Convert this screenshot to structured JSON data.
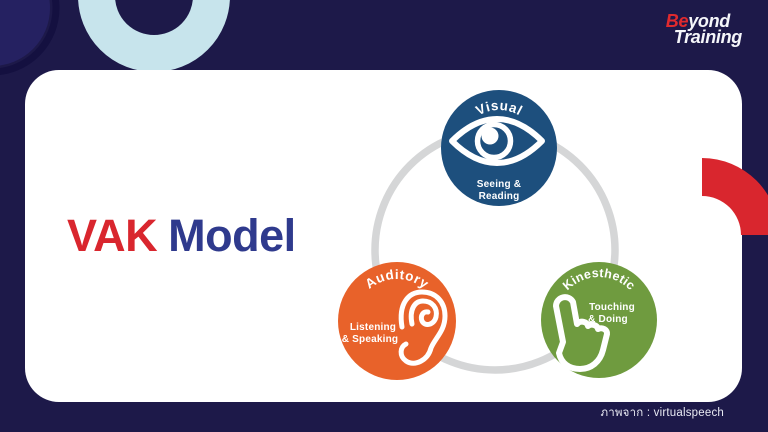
{
  "slide": {
    "title": {
      "accent": "VAK",
      "rest": "Model"
    },
    "caption": "ภาพจาก : virtualspeech"
  },
  "logo": {
    "accent": "Be",
    "rest": "yond",
    "line2": "Training"
  },
  "diagram": {
    "ring_color": "#d5d6d7",
    "nodes": [
      {
        "id": "visual",
        "label": "Visual",
        "sub1": "Seeing &",
        "sub2": "Reading",
        "color": "#1d4f7d",
        "icon": "eye-icon"
      },
      {
        "id": "auditory",
        "label": "Auditory",
        "sub1": "Listening",
        "sub2": "& Speaking",
        "color": "#e8622a",
        "icon": "ear-icon"
      },
      {
        "id": "kinesthetic",
        "label": "Kinesthetic",
        "sub1": "Touching",
        "sub2": "& Doing",
        "color": "#6f9b3f",
        "icon": "hand-icon"
      }
    ]
  },
  "colors": {
    "background": "#1d1949",
    "card": "#ffffff",
    "accent_red": "#d9262e",
    "title_blue": "#2f3a8d",
    "light_blue": "#c7e4ec",
    "decor_disc": "#252161",
    "decor_ring": "#141040"
  }
}
